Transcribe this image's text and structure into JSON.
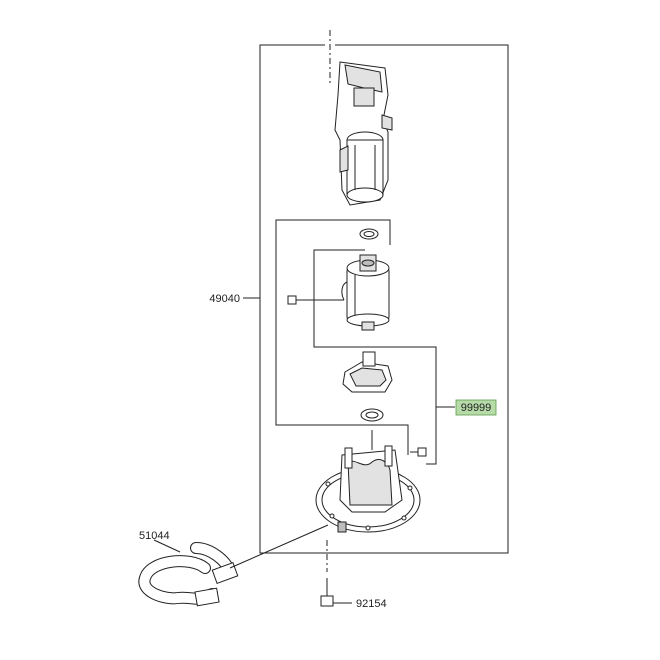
{
  "labels": {
    "assembly": "49040",
    "hose": "51044",
    "kit": "99999",
    "bolt": "92154"
  },
  "colors": {
    "highlight_fill": "#b7dba8",
    "highlight_stroke": "#5a9a4a",
    "line": "#222222"
  }
}
